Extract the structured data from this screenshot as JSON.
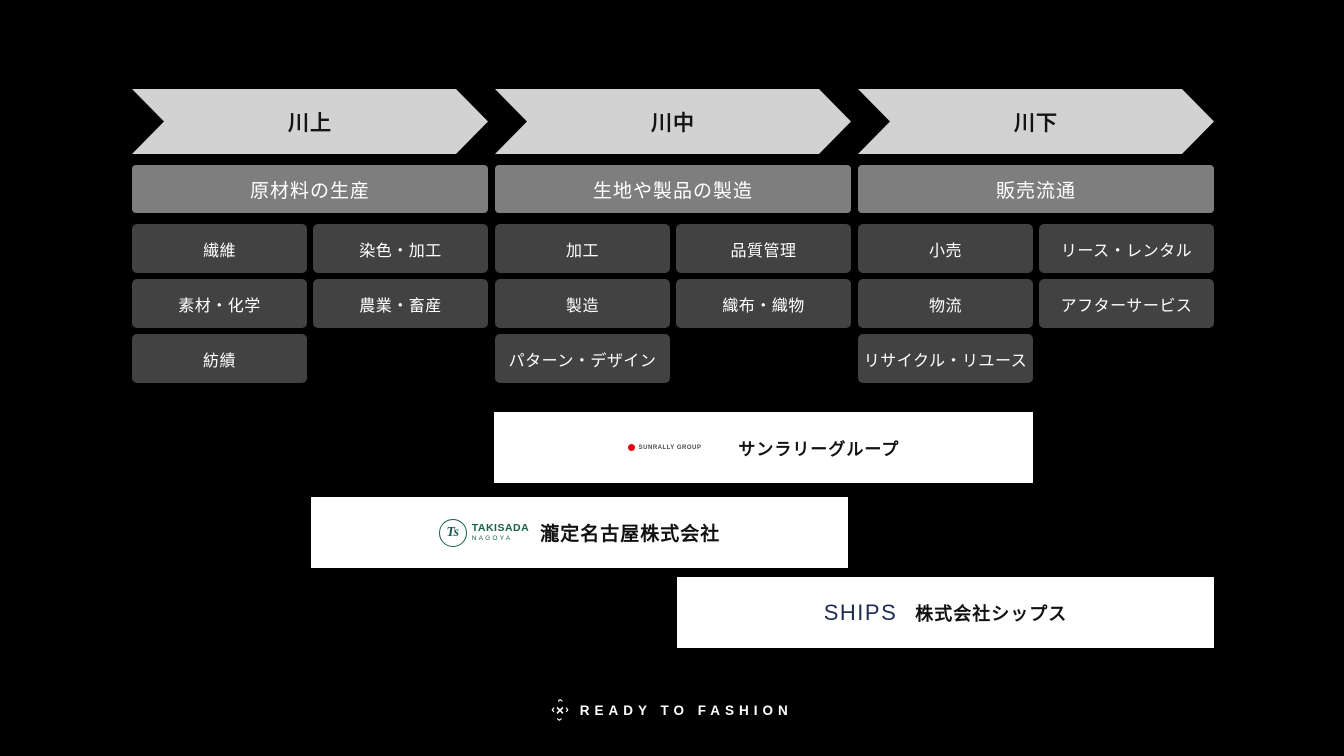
{
  "diagram": {
    "title_semantic": "fashion-industry-supply-chain",
    "columns": [
      {
        "arrow_label": "川上",
        "header": "原材料の生産",
        "boxes": [
          "繊維",
          "染色・加工",
          "素材・化学",
          "農業・畜産",
          "紡績"
        ]
      },
      {
        "arrow_label": "川中",
        "header": "生地や製品の製造",
        "boxes": [
          "加工",
          "品質管理",
          "製造",
          "織布・織物",
          "パターン・デザイン"
        ]
      },
      {
        "arrow_label": "川下",
        "header": "販売流通",
        "boxes": [
          "小売",
          "リース・レンタル",
          "物流",
          "アフターサービス",
          "リサイクル・リユース"
        ]
      }
    ]
  },
  "companies": [
    {
      "logo_word": "SUNRALLY GROUP",
      "name": "サンラリーグループ",
      "logo_color": "#e60012"
    },
    {
      "logo_word_top": "TAKISADA",
      "logo_word_bottom": "NAGOYA",
      "logo_monogram": "Ts",
      "name": "瀧定名古屋株式会社",
      "logo_color": "#17614d"
    },
    {
      "logo_word": "SHIPS",
      "name": "株式会社シップス",
      "logo_color": "#1d2c52"
    }
  ],
  "footer": {
    "brand": "READY TO FASHION",
    "mark_glyphs": {
      "left": "‹",
      "right": "›",
      "up": "‹",
      "down": "‹",
      "x": "×"
    }
  },
  "colors": {
    "background": "#000000",
    "arrow_fill": "#d2d2d2",
    "header_fill": "#7e7e7e",
    "box_fill": "#424242",
    "banner_fill": "#ffffff"
  }
}
